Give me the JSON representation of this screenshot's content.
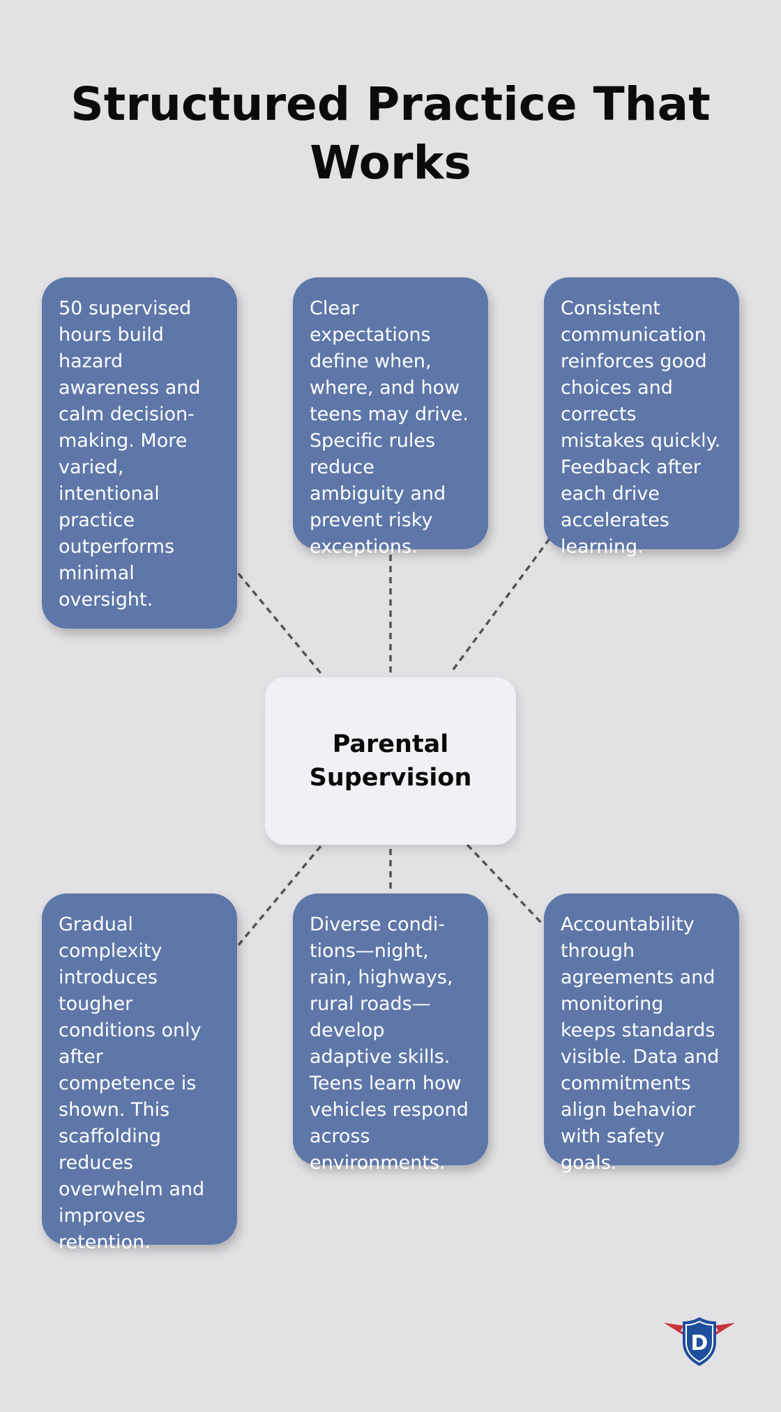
{
  "title": "Structured Practice That Works",
  "center": {
    "label": "Parental Supervision"
  },
  "cards": [
    {
      "text": "50 supervised hours build hazard awareness and calm decision-making. More varied, intentional practice outperforms minimal oversight."
    },
    {
      "text": "Clear expectations define when, where, and how teens may drive. Specific rules reduce ambiguity and prevent risky exceptions."
    },
    {
      "text": "Consistent communication reinforces good choices and corrects mistakes quickly. Feedback after each drive accelerates learning."
    },
    {
      "text": "Gradual complexity introduces tougher conditions only after competence is shown. This scaffolding reduces overwhelm and improves retention."
    },
    {
      "text": "Diverse condi-tions—night, rain, highways, rural roads—develop adaptive skills. Teens learn how vehicles respond across environments."
    },
    {
      "text": "Accountability through agreements and monitoring keeps standards visible. Data and commitments align behavior with safety goals."
    }
  ],
  "logo": {
    "letter": "D",
    "icon": "shield-wings-logo-icon"
  },
  "colors": {
    "background": "#e2e2e5",
    "card": "#5e77a8",
    "center_box": "#f1f1f5",
    "connector": "#555555",
    "logo_shield": "#1f4f9c",
    "logo_wings": "#c8323a"
  }
}
